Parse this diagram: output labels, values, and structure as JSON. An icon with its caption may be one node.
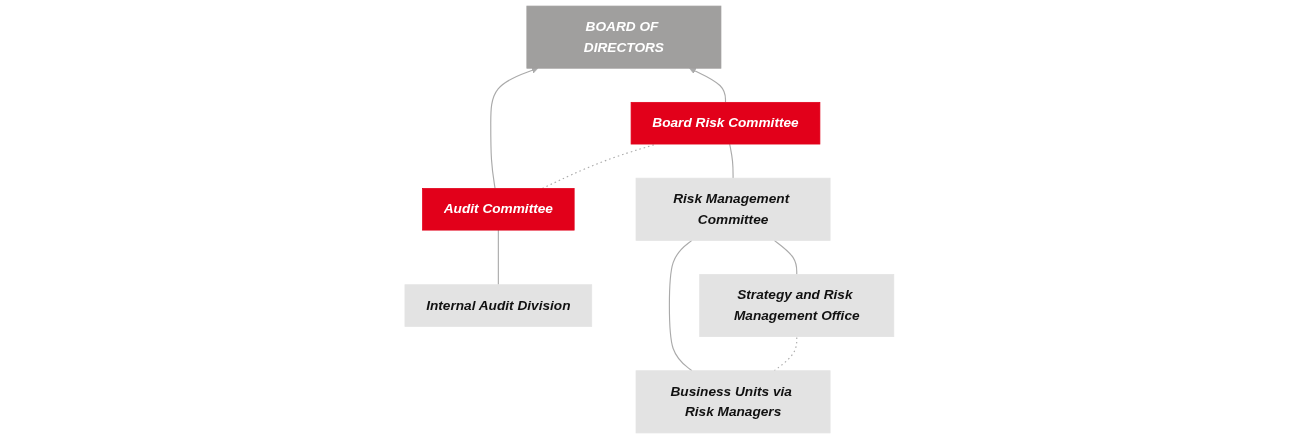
{
  "diagram": {
    "nodes": [
      {
        "text": [
          "BOARD OF DIRECTORS"
        ]
      },
      {
        "text": [
          "Audit Committee"
        ]
      },
      {
        "text": [
          "Board Risk Committee"
        ]
      },
      {
        "text": [
          "Risk Management Committee"
        ]
      },
      {
        "text": [
          "Internal Audit Division"
        ]
      },
      {
        "text": [
          "Business Units via Risk Managers"
        ]
      },
      {
        "text": [
          "Strategy and Risk Management Office"
        ]
      }
    ],
    "edges": [
      {
        "from": 1,
        "to": 0,
        "arrow": "to"
      },
      {
        "from": 2,
        "to": 0,
        "arrow": "to"
      },
      {
        "from": 1,
        "to": 2,
        "arrow": "none",
        "style": "dashed"
      },
      {
        "from": 3,
        "to": 2,
        "arrow": "none"
      },
      {
        "from": 4,
        "to": 1,
        "arrow": "none"
      },
      {
        "from": 5,
        "to": 3,
        "arrow": "none"
      },
      {
        "from": 6,
        "to": 3,
        "arrow": "none"
      },
      {
        "from": 5,
        "to": 6,
        "arrow": "none",
        "style": "dashed"
      }
    ]
  }
}
